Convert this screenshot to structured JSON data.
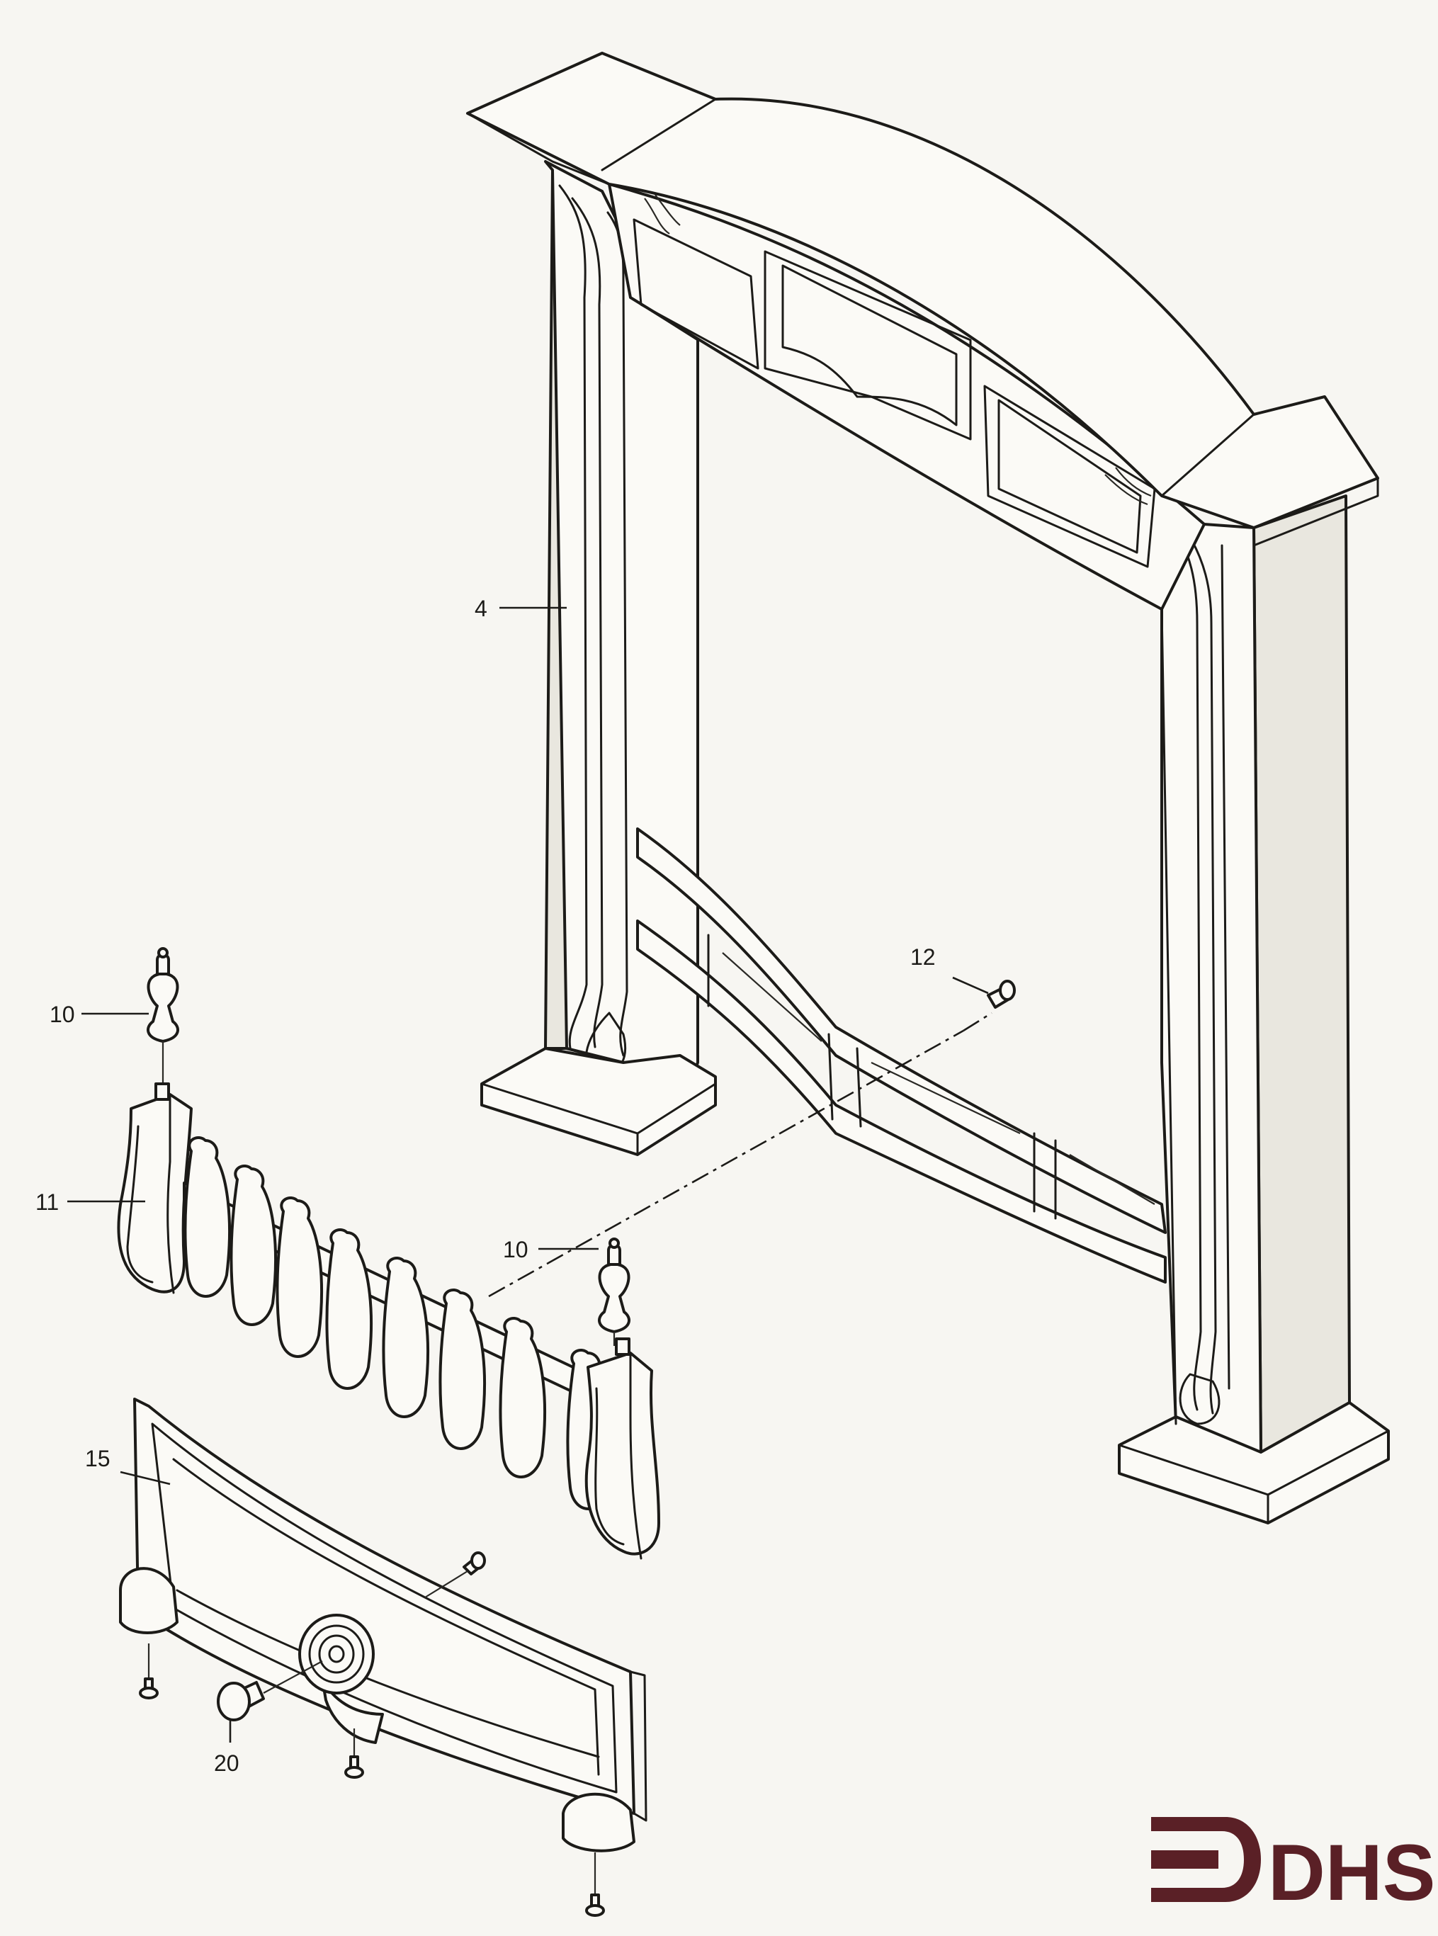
{
  "callouts": {
    "frame": "4",
    "finial_left": "10",
    "finial_right": "10",
    "fret_end": "11",
    "screw": "12",
    "ashpan_cover": "15",
    "knob": "20"
  },
  "logo": {
    "text": "DHS",
    "color": "#5a2026"
  }
}
